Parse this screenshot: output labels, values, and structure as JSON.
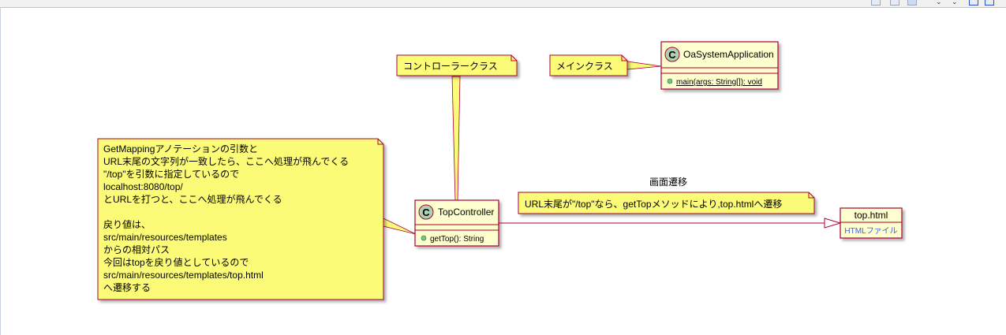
{
  "diagram": {
    "notes": {
      "controller_class": "コントローラークラス",
      "main_class": "メインクラス",
      "getmapping_lines": [
        "GetMappingアノテーションの引数と",
        "URL末尾の文字列が一致したら、ここへ処理が飛んでくる",
        "\"/top\"を引数に指定しているので",
        "localhost:8080/top/",
        "とURLを打つと、ここへ処理が飛んでくる",
        "",
        "戻り値は、",
        "src/main/resources/templates",
        "からの相対パス",
        "今回はtopを戻り値としているので",
        "src/main/resources/templates/top.html",
        "へ遷移する"
      ],
      "transition_note": "URL末尾が\"/top\"なら、getTopメソッドにより,top.htmlへ遷移"
    },
    "classes": {
      "oa_app": {
        "badge": "C",
        "name": "OaSystemApplication",
        "method": "main(args: String[]): void"
      },
      "top_controller": {
        "badge": "C",
        "name": "TopController",
        "method": "getTop(): String"
      },
      "top_html": {
        "name": "top.html",
        "stereotype": "HTMLファイル"
      }
    },
    "edge_label": "画面遷移",
    "colors": {
      "note_fill": "#fbfb77",
      "class_fill": "#fefece",
      "class_border": "#a80036",
      "badge_fill": "#add1b2",
      "method_dot": "#84be84",
      "stereotype": "#3c5fd8"
    }
  }
}
